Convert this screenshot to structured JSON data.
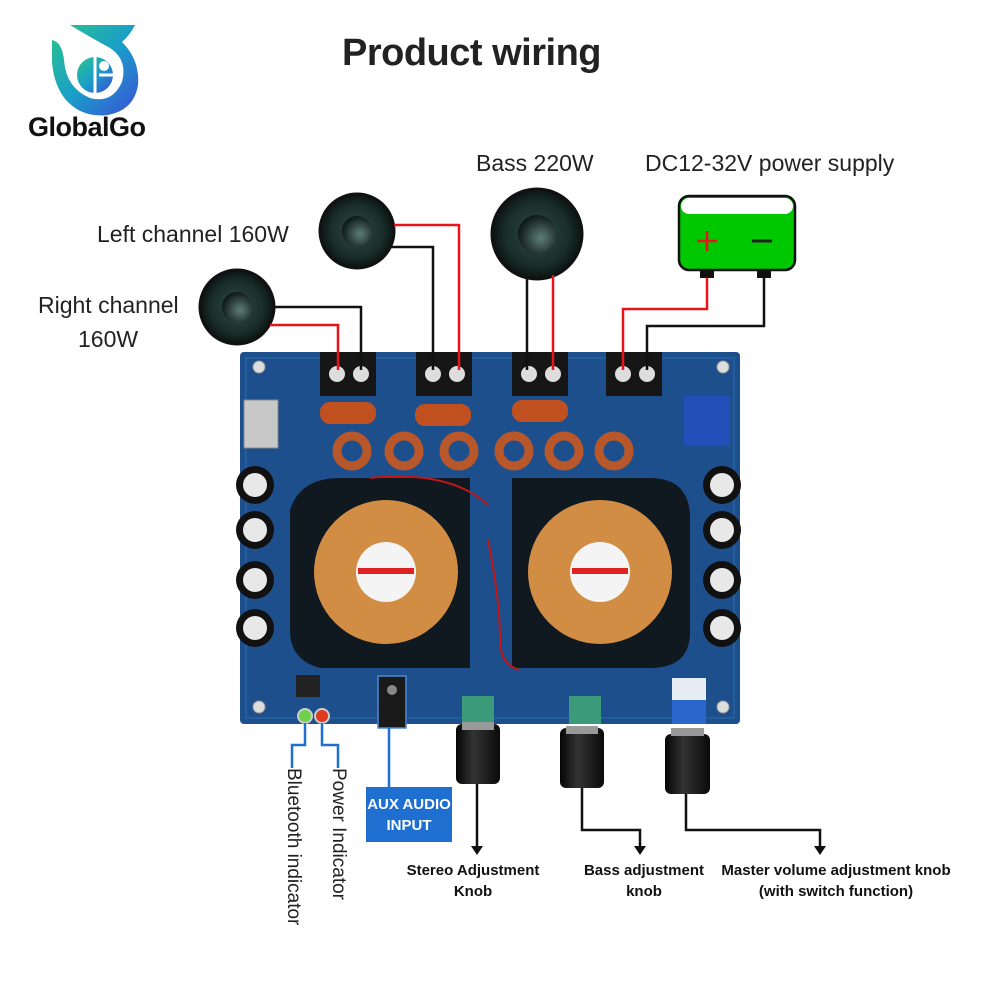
{
  "brand": {
    "name": "GlobalGo",
    "logo_icon": "globalgo-logo-icon"
  },
  "title": "Product wiring",
  "outputs": {
    "left_channel": "Left channel 160W",
    "right_channel_line1": "Right channel",
    "right_channel_line2": "160W",
    "bass": "Bass 220W",
    "power_supply": "DC12-32V power supply"
  },
  "battery": {
    "plus": "+",
    "minus": "−",
    "color": "#00c800"
  },
  "indicators": {
    "bluetooth": "Bluetooth indicator",
    "power": "Power Indicator"
  },
  "aux": {
    "line1": "AUX AUDIO",
    "line2": "INPUT",
    "color": "#1f6fd1"
  },
  "knobs": {
    "stereo_line1": "Stereo Adjustment",
    "stereo_line2": "Knob",
    "bass_line1": "Bass adjustment",
    "bass_line2": "knob",
    "master_line1": "Master volume adjustment knob",
    "master_line2": "(with switch function)"
  },
  "colors": {
    "wire_positive": "#e8141a",
    "wire_negative": "#111111",
    "pcb": "#1d4f8c",
    "callout": "#1f6fd1"
  }
}
